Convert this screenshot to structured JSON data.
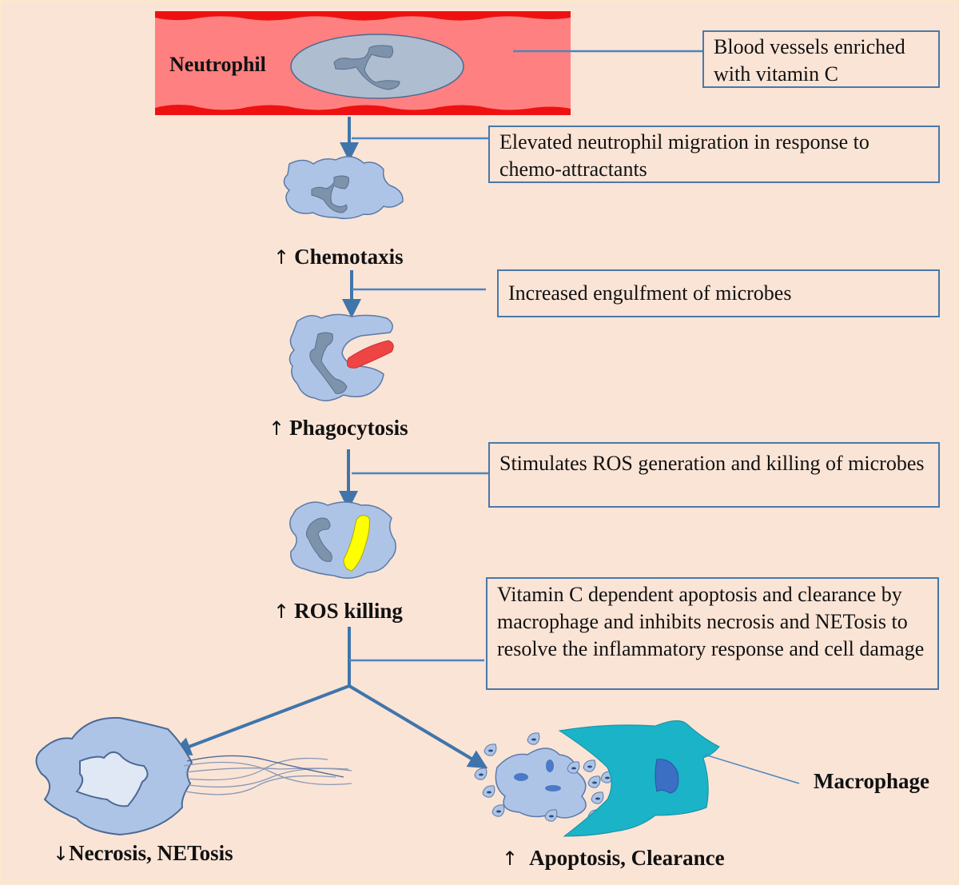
{
  "colors": {
    "background": "#fae4d6",
    "vessel_fill": "#ff8080",
    "vessel_wall": "#ee1111",
    "cell_fill": "#aec4e6",
    "cell_stroke": "#5a7aa8",
    "nucleus": "#7d92ab",
    "bacterium_red": "#ee4444",
    "bacterium_yellow": "#ffff00",
    "macrophage": "#1ab3c8",
    "connector": "#3f75aa",
    "box_border": "#4a78a8"
  },
  "vessel": {
    "label": "Neutrophil"
  },
  "callouts": [
    {
      "id": "vessel-note",
      "text": "Blood vessels enriched with vitamin C"
    },
    {
      "id": "migration-note",
      "text": "Elevated neutrophil migration in response to chemo-attractants"
    },
    {
      "id": "engulfment-note",
      "text": "Increased engulfment of microbes"
    },
    {
      "id": "ros-note",
      "text": "Stimulates ROS generation and killing of microbes"
    },
    {
      "id": "apoptosis-note",
      "text": "Vitamin C dependent apoptosis and clearance by macrophage and inhibits necrosis and NETosis to resolve the inflammatory response and cell damage"
    }
  ],
  "stages": [
    {
      "arrow": "↑",
      "label": "Chemotaxis"
    },
    {
      "arrow": "↑",
      "label": "Phagocytosis"
    },
    {
      "arrow": "↑",
      "label": "ROS killing"
    }
  ],
  "outcomes": {
    "left": {
      "arrow": "↓",
      "label": "Necrosis, NETosis"
    },
    "right": {
      "arrow": "↑",
      "label": "Apoptosis, Clearance"
    },
    "macrophage_label": "Macrophage"
  }
}
